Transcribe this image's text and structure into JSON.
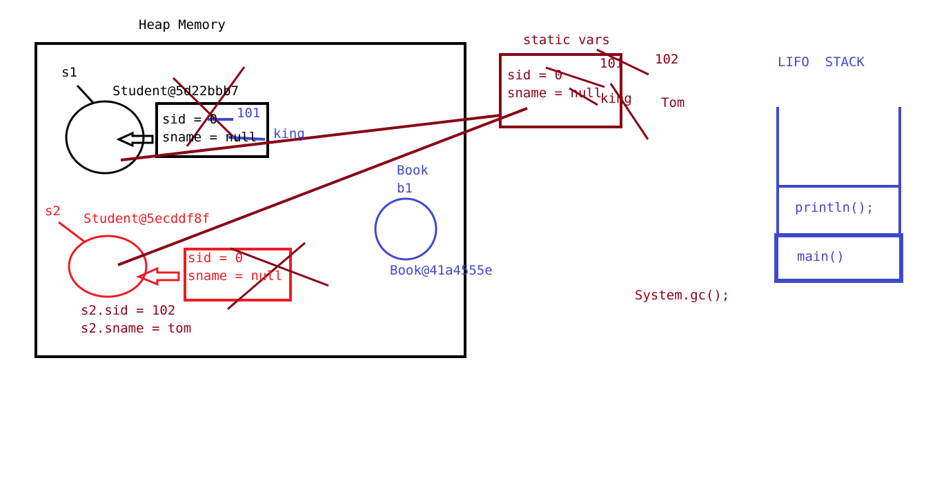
{
  "heap": {
    "title": "Heap Memory",
    "s1": {
      "var_name": "s1",
      "ref": "Student@5d22bbb7",
      "field1": "sid = 0",
      "field2": "sname = null",
      "new_sid": "101",
      "new_sname": "king"
    },
    "s2": {
      "var_name": "s2",
      "ref": "Student@5ecddf8f",
      "field1": "sid = 0",
      "field2": "sname = null",
      "assign_sid": "s2.sid = 102",
      "assign_sname": "s2.sname = tom"
    },
    "book": {
      "class_name": "Book",
      "var_name": "b1",
      "ref": "Book@41a4555e"
    }
  },
  "static_area": {
    "title": "static vars",
    "field1": "sid = 0",
    "field2": "sname = null",
    "val_101": "101",
    "val_102": "102",
    "val_king": "king",
    "val_tom": "Tom"
  },
  "stack": {
    "title": "LIFO  STACK",
    "frame_top": "println();",
    "frame_bottom": "main()"
  },
  "gc_call": "System.gc();",
  "colors": {
    "black": "#000000",
    "maroon": "#880015",
    "red": "#ed1c24",
    "blue": "#3f48cc"
  }
}
